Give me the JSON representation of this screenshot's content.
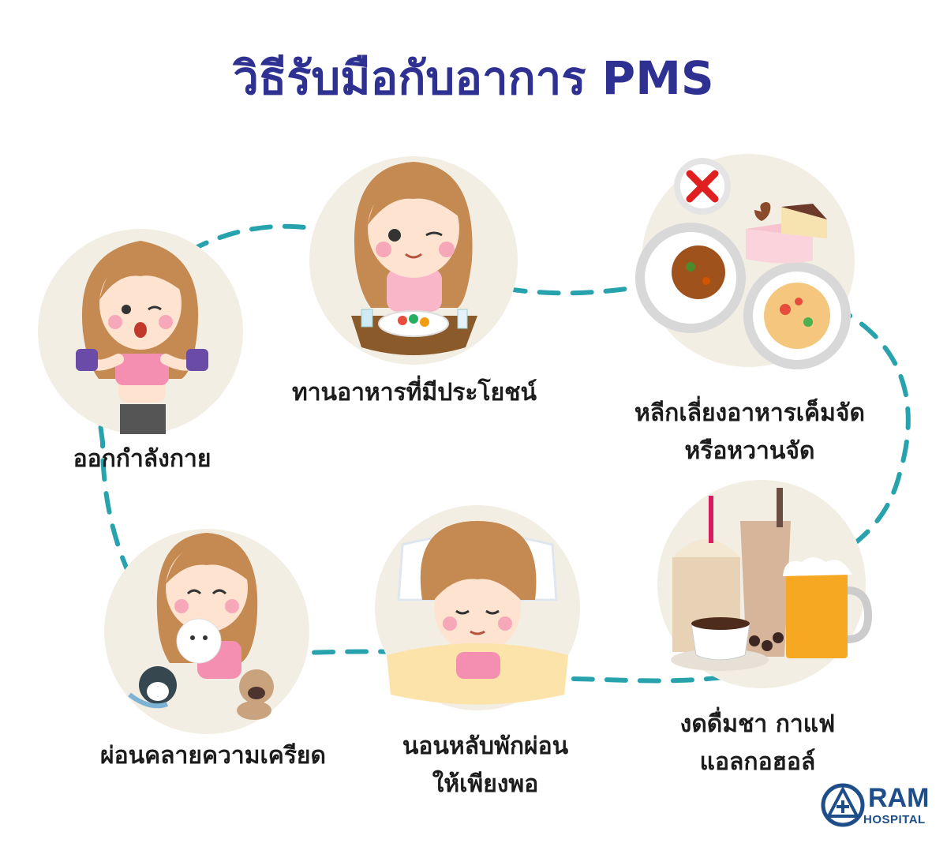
{
  "title": "วิธีรับมือกับอาการ PMS",
  "colors": {
    "title": "#2e3192",
    "dash": "#28a3ad",
    "circle": "#f3eee4",
    "hair": "#c48a52",
    "skin": "#fde3d0",
    "pink": "#f48fb1",
    "logo": "#1d4e89"
  },
  "steps": [
    {
      "id": "exercise",
      "label": "ออกกำลังกาย",
      "icon": "girl-dumbbell-icon"
    },
    {
      "id": "healthy-food",
      "label": "ทานอาหารที่มีประโยชน์",
      "icon": "girl-eating-icon"
    },
    {
      "id": "avoid-food",
      "label_line1": "หลีกเลี่ยงอาหารเค็มจัด",
      "label_line2": "หรือหวานจัด",
      "icon": "salty-sweet-food-icon"
    },
    {
      "id": "no-drinks",
      "label_line1": "งดดื่มชา กาแฟ",
      "label_line2": "แอลกอฮอล์",
      "icon": "drinks-icon"
    },
    {
      "id": "sleep",
      "label_line1": "นอนหลับพักผ่อน",
      "label_line2": "ให้เพียงพอ",
      "icon": "girl-sleeping-icon"
    },
    {
      "id": "relax",
      "label": "ผ่อนคลายความเครียด",
      "icon": "girl-pets-icon"
    }
  ],
  "logo": {
    "name": "RAM",
    "sub": "HOSPITAL"
  }
}
